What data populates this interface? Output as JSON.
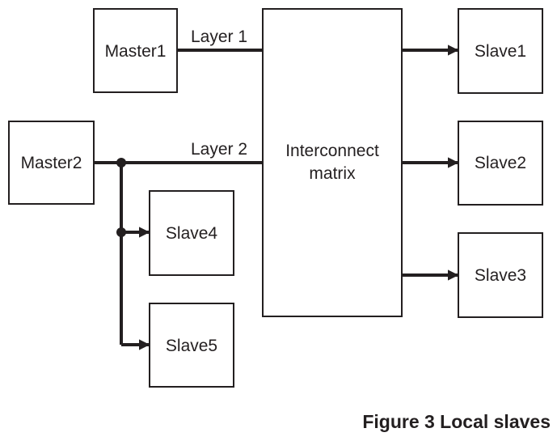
{
  "figure": {
    "caption": "Figure 3 Local slaves"
  },
  "nodes": {
    "master1": "Master1",
    "master2": "Master2",
    "interconnect_line1": "Interconnect",
    "interconnect_line2": "matrix",
    "slave1": "Slave1",
    "slave2": "Slave2",
    "slave3": "Slave3",
    "slave4": "Slave4",
    "slave5": "Slave5"
  },
  "edges": {
    "layer1_label": "Layer 1",
    "layer2_label": "Layer 2"
  },
  "colors": {
    "ink": "#231f20",
    "background": "#ffffff"
  }
}
